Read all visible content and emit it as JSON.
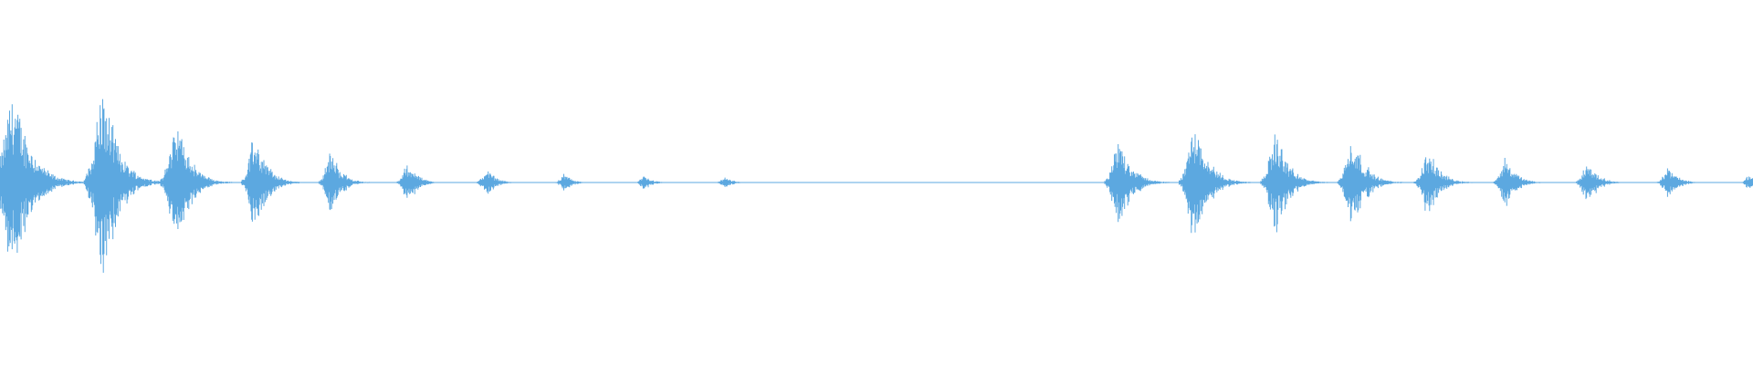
{
  "waveform": {
    "color": "#5ca8e0",
    "background": "#ffffff",
    "bursts": [
      {
        "center": 0.008,
        "amplitude": 0.55,
        "width": 0.022
      },
      {
        "center": 0.059,
        "amplitude": 0.56,
        "width": 0.02
      },
      {
        "center": 0.101,
        "amplitude": 0.39,
        "width": 0.017
      },
      {
        "center": 0.146,
        "amplitude": 0.29,
        "width": 0.015
      },
      {
        "center": 0.189,
        "amplitude": 0.19,
        "width": 0.013
      },
      {
        "center": 0.233,
        "amplitude": 0.12,
        "width": 0.012
      },
      {
        "center": 0.278,
        "amplitude": 0.08,
        "width": 0.011
      },
      {
        "center": 0.322,
        "amplitude": 0.05,
        "width": 0.01
      },
      {
        "center": 0.368,
        "amplitude": 0.04,
        "width": 0.01
      },
      {
        "center": 0.414,
        "amplitude": 0.03,
        "width": 0.01
      },
      {
        "center": 0.639,
        "amplitude": 0.26,
        "width": 0.016
      },
      {
        "center": 0.682,
        "amplitude": 0.38,
        "width": 0.017
      },
      {
        "center": 0.728,
        "amplitude": 0.3,
        "width": 0.016
      },
      {
        "center": 0.772,
        "amplitude": 0.28,
        "width": 0.016
      },
      {
        "center": 0.815,
        "amplitude": 0.19,
        "width": 0.015
      },
      {
        "center": 0.859,
        "amplitude": 0.15,
        "width": 0.013
      },
      {
        "center": 0.906,
        "amplitude": 0.12,
        "width": 0.013
      },
      {
        "center": 0.952,
        "amplitude": 0.09,
        "width": 0.012
      },
      {
        "center": 0.998,
        "amplitude": 0.05,
        "width": 0.008
      }
    ]
  }
}
